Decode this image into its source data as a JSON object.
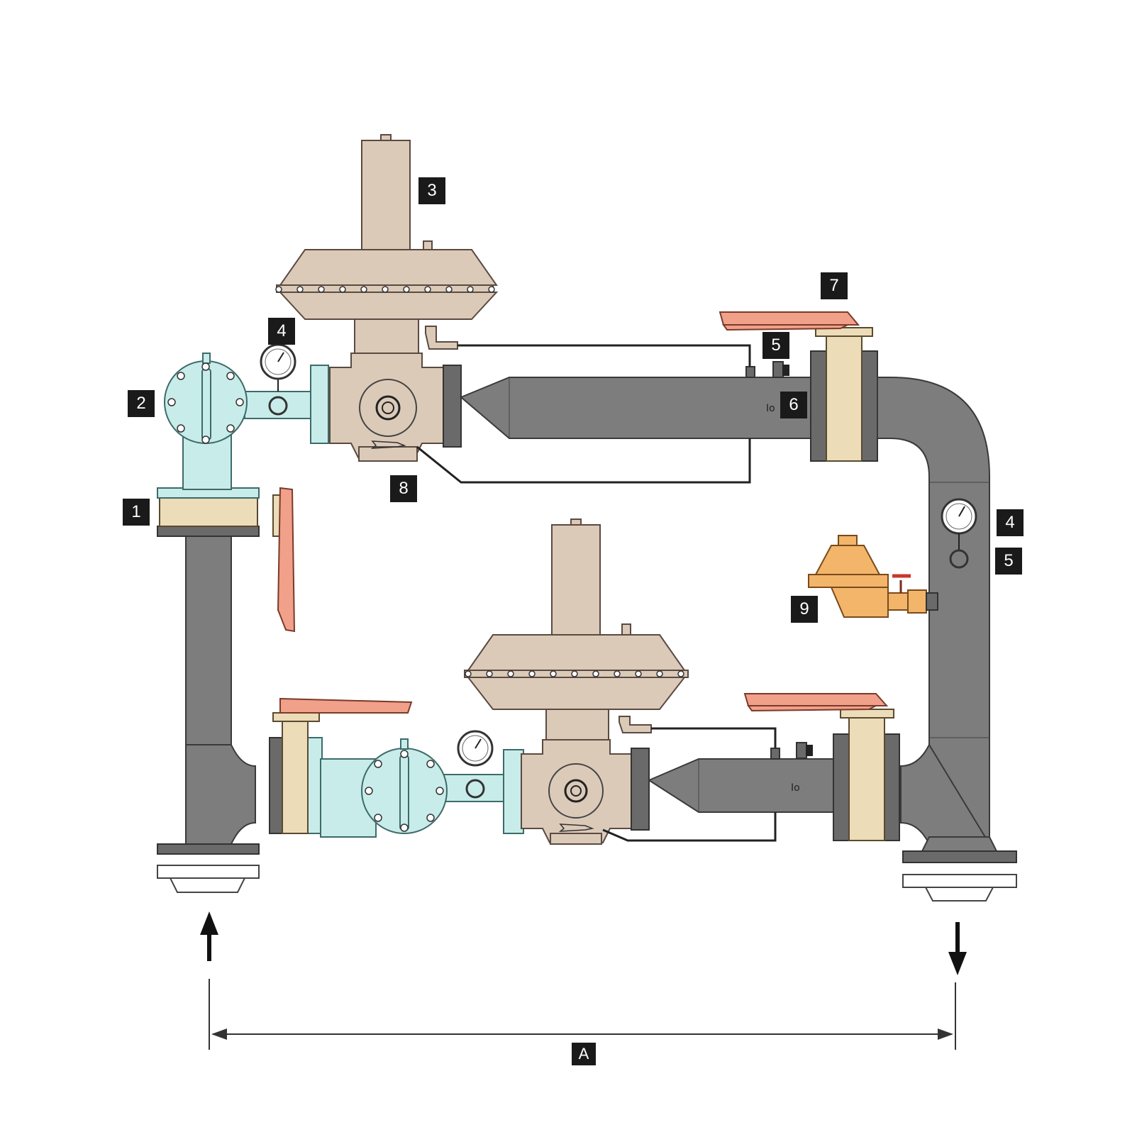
{
  "callouts": {
    "c1": "1",
    "c2": "2",
    "c3": "3",
    "c4_top": "4",
    "c4_right": "4",
    "c5_top": "5",
    "c5_right": "5",
    "c6": "6",
    "c7": "7",
    "c8": "8",
    "c9": "9",
    "dimension": "A"
  },
  "colors": {
    "pipe": "#7d7d7d",
    "pipe_stroke": "#3a3a3a",
    "regulator": "#dccab9",
    "filter": "#c8ecea",
    "valve_body": "#ecdcb8",
    "valve_handle": "#f1a08a",
    "pilot": "#f2b56a",
    "tag_bg": "#1a1a1a",
    "tag_text": "#ffffff"
  },
  "flow": {
    "inlet_direction": "up",
    "outlet_direction": "down"
  }
}
